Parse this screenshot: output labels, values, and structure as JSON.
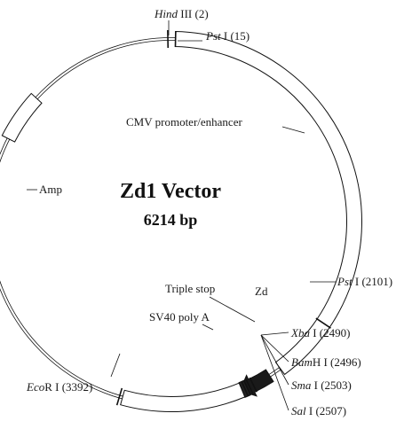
{
  "colors": {
    "ink": "#111111",
    "paper": "#ffffff",
    "feature_fill": "#ffffff",
    "arrow_fill": "#1a1a1a"
  },
  "plasmid": {
    "name": "Zd1 Vector",
    "size": "6214 bp",
    "length_bp": 6214
  },
  "features": [
    {
      "name": "CMV promoter/enhancer",
      "shape": "box",
      "segment": "cmv"
    },
    {
      "name": "Zd",
      "shape": "arrow",
      "segment": "zd"
    },
    {
      "name": "Triple stop",
      "shape": "box",
      "segment": "stop"
    },
    {
      "name": "SV40 poly A",
      "shape": "box",
      "segment": "sv40"
    },
    {
      "name": "Amp",
      "shape": "box",
      "segment": "amp"
    }
  ],
  "sites": [
    {
      "enzyme_italic": "Hind",
      "enzyme_rest": " III",
      "position": "(2)"
    },
    {
      "enzyme_italic": "Pst",
      "enzyme_rest": " I",
      "position": "(15)"
    },
    {
      "enzyme_italic": "Pst",
      "enzyme_rest": " I",
      "position": "(2101)"
    },
    {
      "enzyme_italic": "Xba",
      "enzyme_rest": " I",
      "position": "(2490)"
    },
    {
      "enzyme_italic": "Bam",
      "enzyme_rest": "H I",
      "position": "(2496)"
    },
    {
      "enzyme_italic": "Sma",
      "enzyme_rest": " I",
      "position": "(2503)"
    },
    {
      "enzyme_italic": "Sal",
      "enzyme_rest": " I",
      "position": "(2507)"
    },
    {
      "enzyme_italic": "Eco",
      "enzyme_rest": "R I",
      "position": "(3392)"
    }
  ]
}
